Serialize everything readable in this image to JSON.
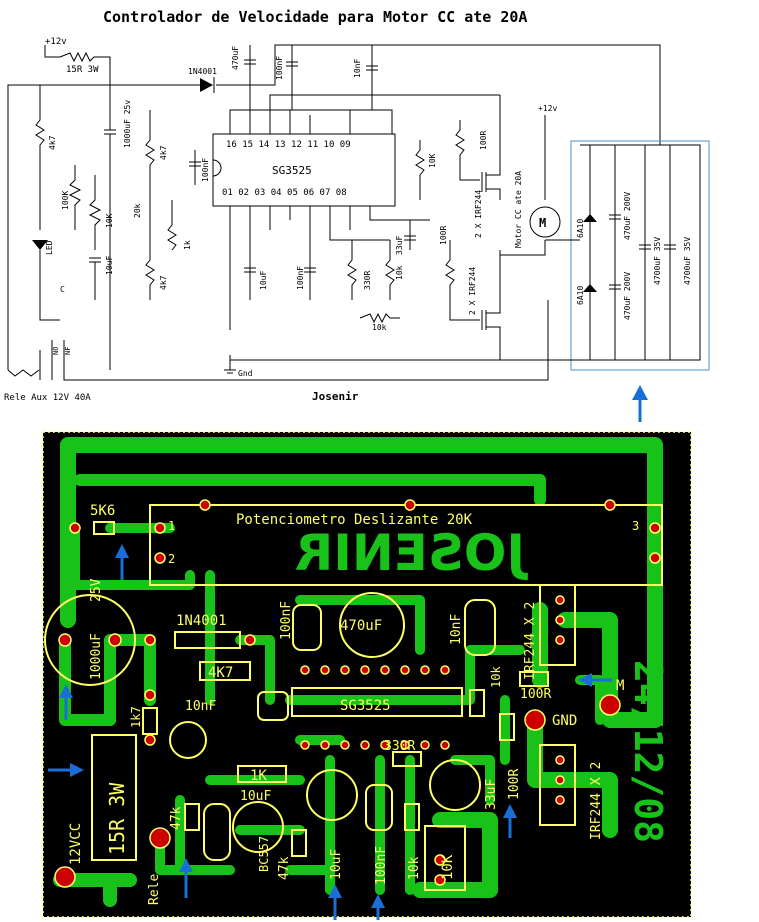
{
  "schematic": {
    "title": "Controlador de Velocidade para Motor CC ate 20A",
    "supply_top": "+12v",
    "supply_right": "+12v",
    "gnd": "Gnd",
    "resistor_15r": "15R 3W",
    "diode": "1N4001",
    "cap_470": "470uF",
    "cap_100nf_top": "100nF",
    "cap_10nf_top": "10nF",
    "cap_1000": "1000uF 25v",
    "cap_100nf_left": "100nF",
    "ic": "SG3525",
    "ic_pins_top": "16 15 14 13 12 11 10 09",
    "ic_pins_bottom": "01 02 03 04 05 06 07 08",
    "r_4k7_a": "4k7",
    "r_4k7_b": "4k7",
    "r_4k7_c": "4k7",
    "r_100k": "100K",
    "r_10k_a": "10K",
    "r_20k": "20k",
    "r_1k": "1k",
    "c_10uf_a": "10uF",
    "c_10uf_b": "10uF",
    "c_100nf_b": "100nF",
    "r_330r": "330R",
    "r_10k_b": "10k",
    "r_10k_pot": "10k",
    "c_33uf": "33uF",
    "r_10k_c": "10K",
    "r_100r_a": "100R",
    "r_100r_b": "100R",
    "mosfet_a": "2 X IRF244",
    "mosfet_b": "2 X IRF244",
    "motor_label": "Motor CC ate 20A",
    "motor_symbol": "M",
    "led": "LED",
    "diode_6a10_a": "6A10",
    "diode_6a10_b": "6A10",
    "cap_470_200_a": "470uF 200V",
    "cap_470_200_b": "470uF 200V",
    "cap_4700_a": "4700uF 35V",
    "cap_4700_b": "4700uF 35V",
    "rele_no": "NO",
    "rele_nf": "NF",
    "rele_c": "C",
    "relay": "Rele Aux 12V 40A",
    "author": "Josenir"
  },
  "pcb": {
    "pot_title": "Potenciometro Deslizante 20K",
    "pot_pin1": "1",
    "pot_pin2": "2",
    "pot_pin3": "3",
    "mirror_name": "JOSENIR",
    "r_5k6": "5K6",
    "c_1000": "1000uF",
    "c_1000_v": "25V",
    "d_1n4001": "1N4001",
    "c_100nf_a": "100nF",
    "c_470": "470uF",
    "c_10nf_a": "10nF",
    "r_4k7": "4K7",
    "c_10nf_b": "10nF",
    "ic": "SG3525",
    "r_1k7": "1k7",
    "r_1k": "1K",
    "r_15r": "15R 3W",
    "vcc": "12VCC",
    "r_47k_a": "47k",
    "c_10uf": "10uF",
    "transistor": "BC557",
    "r_47k_b": "47k",
    "c_10uf_b": "10uF",
    "c_100nf_b": "100nF",
    "r_10k_a": "10k",
    "r_10k_b": "10K",
    "r_330r": "330R",
    "c_33uf": "33uF",
    "r_100r_a": "100R",
    "r_100r_b": "100R",
    "r_10k_c": "10k",
    "mos_a": "IRF244 X 2",
    "mos_b": "IRF244 X 2",
    "gnd": "GND",
    "motor": "M",
    "rele": "Rele",
    "date": "24/12/08"
  },
  "colors": {
    "board": "#000000",
    "trace": "#19c219",
    "silk": "#ffff66",
    "pad": "#cc0000",
    "arrow": "#1a6fd6",
    "box": "#4a8fc8"
  }
}
